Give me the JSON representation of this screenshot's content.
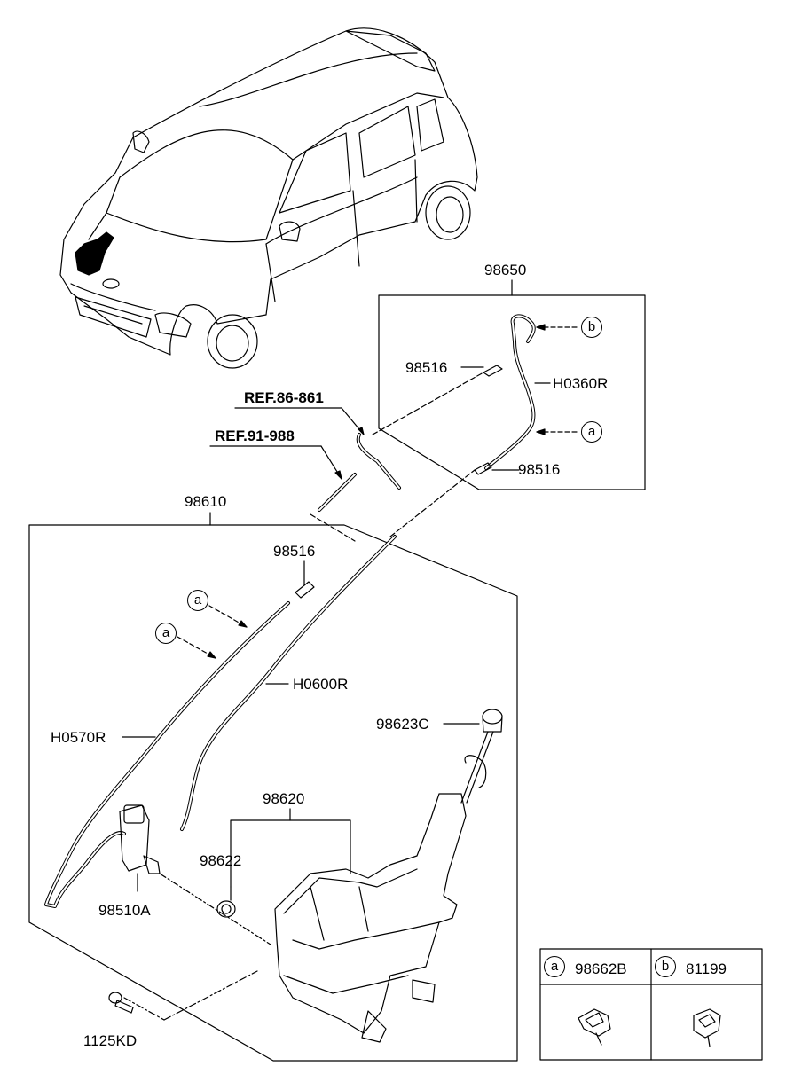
{
  "labels": {
    "p98650": "98650",
    "p98516_top": "98516",
    "p98516_mid": "98516",
    "p98516_box": "98516",
    "h0360r": "H0360R",
    "ref86": "REF.86-861",
    "ref91": "REF.91-988",
    "p98610": "98610",
    "h0600r": "H0600R",
    "h0570r": "H0570R",
    "p98623c": "98623C",
    "p98620": "98620",
    "p98622": "98622",
    "p98510a": "98510A",
    "p1125kd": "1125KD"
  },
  "callouts": {
    "b_top": "b",
    "a_top": "a",
    "a_left1": "a",
    "a_left2": "a"
  },
  "legend": {
    "a": {
      "letter": "a",
      "part": "98662B"
    },
    "b": {
      "letter": "b",
      "part": "81199"
    }
  },
  "icons": [
    "car-icon",
    "washer-reservoir-icon",
    "washer-pump-icon",
    "filler-cap-icon",
    "hose-clip-icon",
    "bolt-icon",
    "grommet-icon"
  ]
}
